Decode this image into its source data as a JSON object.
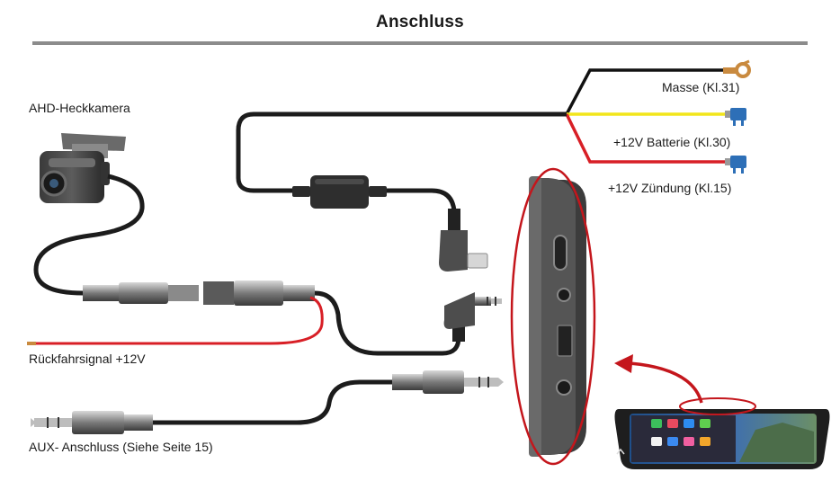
{
  "title": "Anschluss",
  "labels": {
    "camera": "AHD-Heckkamera",
    "ground": "Masse (Kl.31)",
    "battery": "+12V Batterie (Kl.30)",
    "ignition": "+12V Zündung (Kl.15)",
    "reverse": "Rückfahrsignal +12V",
    "aux": "AUX- Anschluss (Siehe Seite 15)"
  },
  "colors": {
    "cable": "#1c1c1c",
    "ground_wire": "#111111",
    "battery_wire": "#f2e51a",
    "ignition_wire": "#d81f26",
    "reverse_wire": "#d81f26",
    "highlight": "#c4161c",
    "fuse": "#2d6fb7",
    "ring_terminal": "#c98a3f",
    "rule": "#8c8c8c"
  },
  "icons": [
    "camera-icon",
    "ring-terminal-icon",
    "fuse-icon",
    "mirror-monitor-icon",
    "arrow-icon"
  ]
}
